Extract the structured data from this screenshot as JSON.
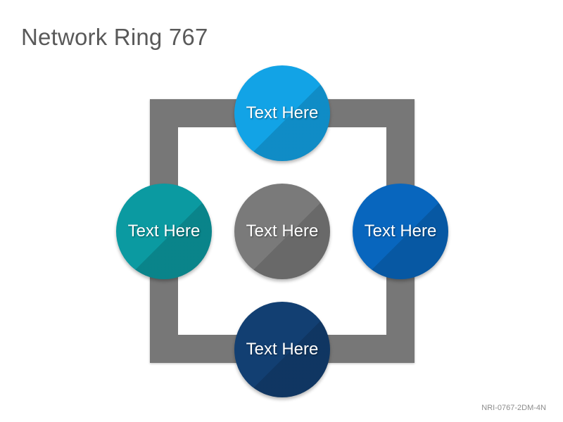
{
  "title": "Network Ring 767",
  "colors": {
    "frame": "#777777",
    "top": "#12a3e6",
    "left": "#0b9aa1",
    "center": "#7a7a7a",
    "right": "#0866be",
    "bottom": "#123f72"
  },
  "nodes": {
    "top": {
      "label": "Text Here"
    },
    "left": {
      "label": "Text Here"
    },
    "center": {
      "label": "Text Here"
    },
    "right": {
      "label": "Text Here"
    },
    "bottom": {
      "label": "Text Here"
    }
  },
  "footer": {
    "code": "NRI-0767-2DM-4N"
  }
}
